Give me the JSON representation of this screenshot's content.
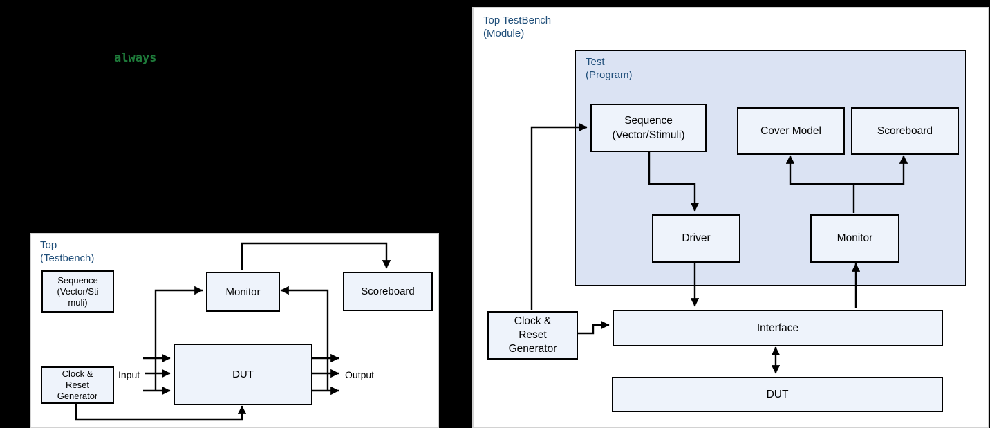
{
  "code_snippet": {
    "always_keyword": "always"
  },
  "left_panel": {
    "title": "Top\n(Testbench)",
    "sequence_label": "Sequence\n(Vector/Sti\nmuli)",
    "monitor_label": "Monitor",
    "scoreboard_label": "Scoreboard",
    "dut_label": "DUT",
    "clock_label": "Clock &\nReset\nGenerator",
    "input_label": "Input",
    "output_label": "Output"
  },
  "right_panel": {
    "title": "Top TestBench\n(Module)",
    "test_title": "Test\n(Program)",
    "sequence_label": "Sequence\n(Vector/Stimuli)",
    "cover_model_label": "Cover Model",
    "scoreboard_label": "Scoreboard",
    "driver_label": "Driver",
    "monitor_label": "Monitor",
    "clock_label": "Clock &\nReset\nGenerator",
    "interface_label": "Interface",
    "dut_label": "DUT"
  },
  "colors": {
    "keyword_green": "#1e7b3a",
    "title_navy": "#1f4e79",
    "box_fill": "#eef3fb",
    "test_fill": "#dbe3f3",
    "panel_border": "#d2d2d2",
    "line_black": "#000000"
  }
}
